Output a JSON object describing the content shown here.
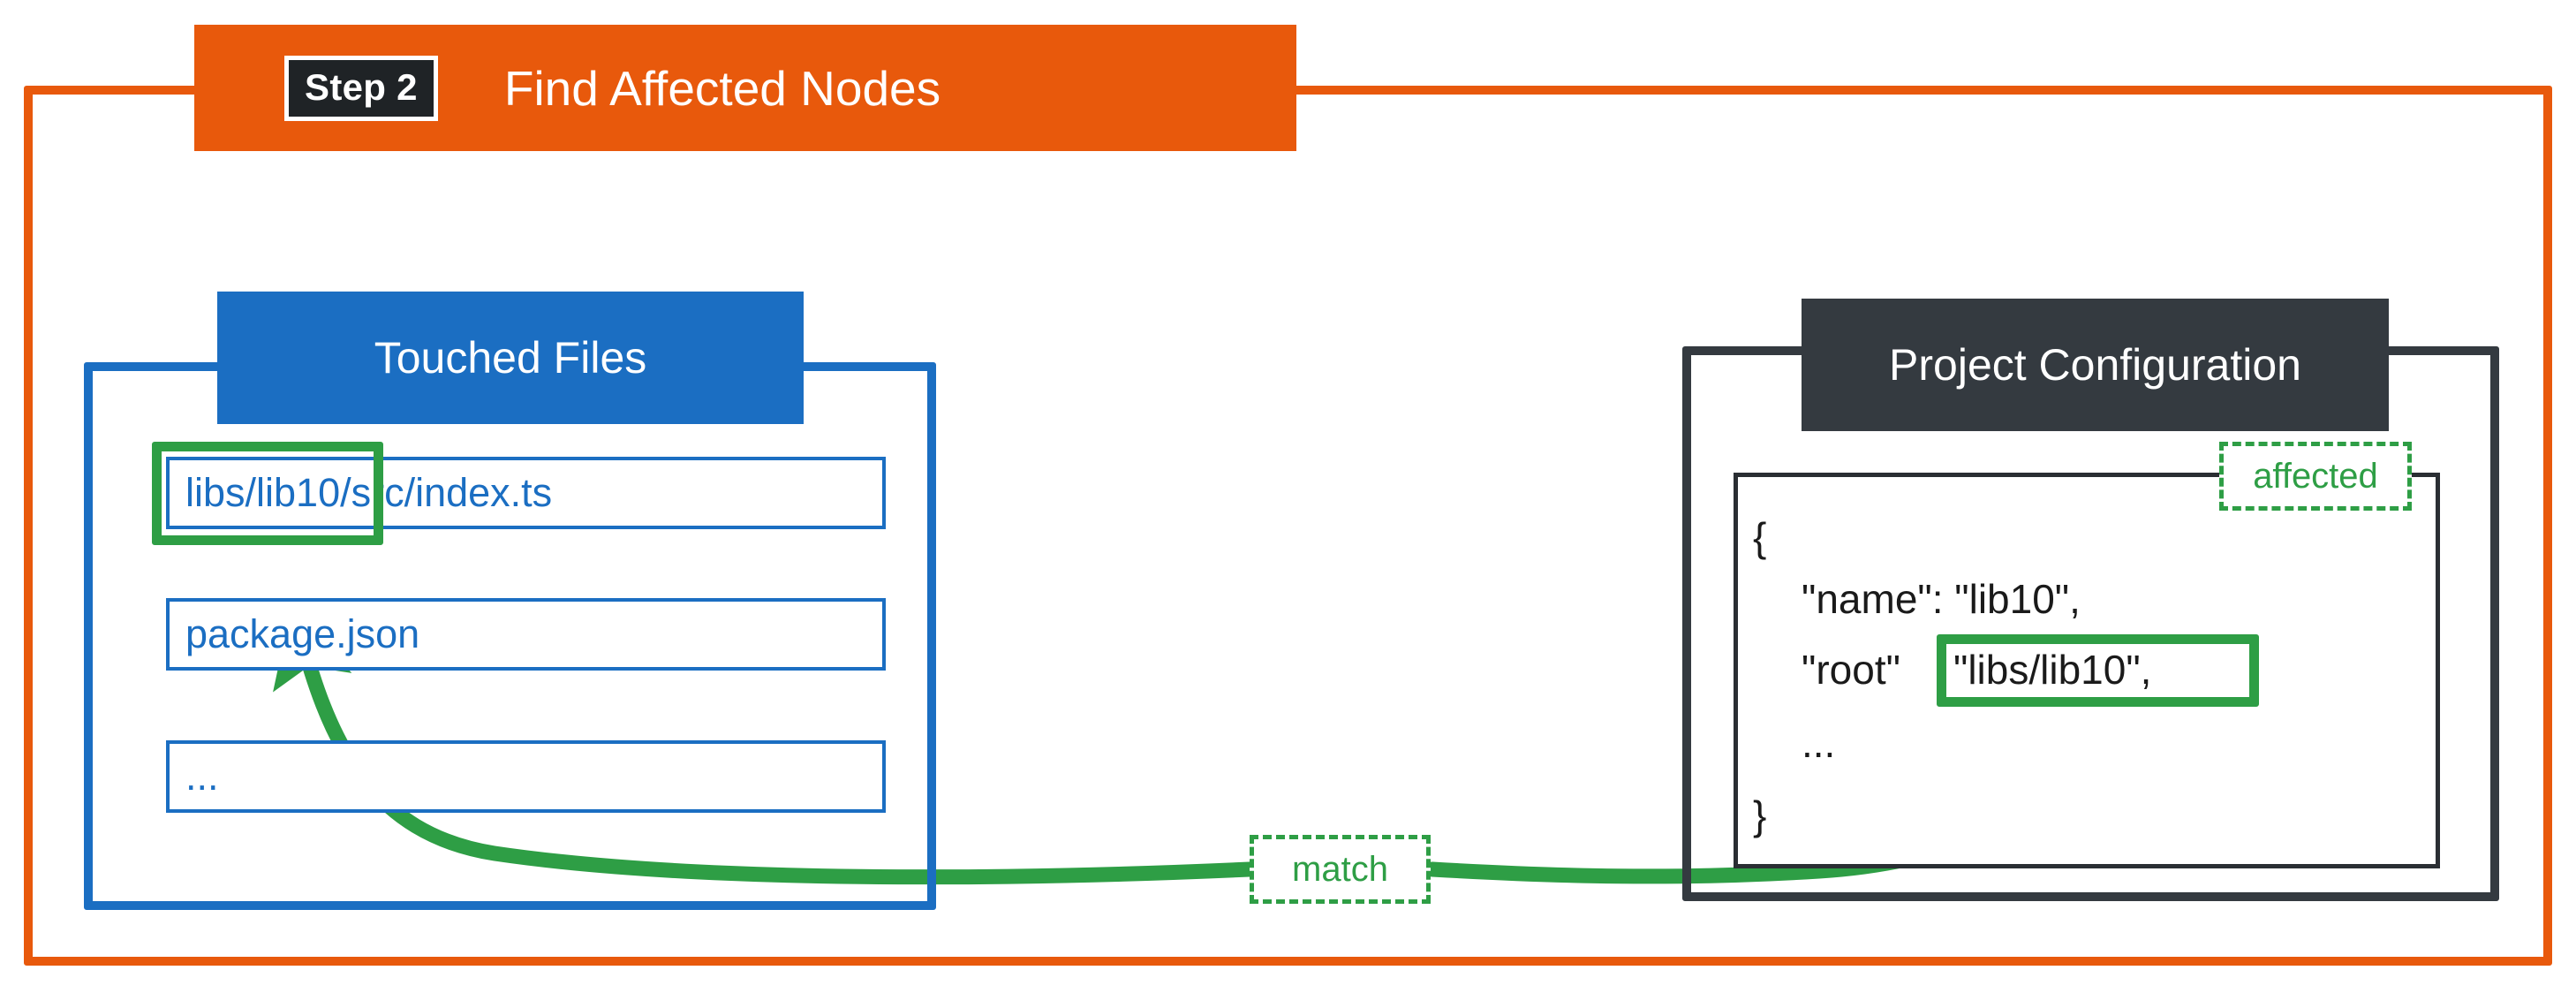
{
  "diagram": {
    "step_badge": "Step 2",
    "step_title": "Find Affected Nodes",
    "colors": {
      "accent_orange": "#E8590C",
      "accent_blue": "#1B6EC2",
      "accent_dark": "#343A40",
      "accent_green": "#2E9E45",
      "text_dark": "#1A1A1A",
      "background": "#FFFFFF"
    }
  },
  "touched_files": {
    "title": "Touched Files",
    "items": [
      {
        "label": "libs/lib10/src/index.ts",
        "highlighted_part": "libs/lib10"
      },
      {
        "label": "package.json",
        "highlighted_part": ""
      },
      {
        "label": "...",
        "highlighted_part": ""
      }
    ]
  },
  "project_configuration": {
    "title": "Project Configuration",
    "badge": "affected",
    "json_lines": {
      "open_brace": "{",
      "name_entry": "\"name\": \"lib10\",",
      "root_key": "\"root\"",
      "root_value": "\"libs/lib10\",",
      "ellipsis": "...",
      "close_brace": "}"
    }
  },
  "connector": {
    "match_label": "match"
  }
}
